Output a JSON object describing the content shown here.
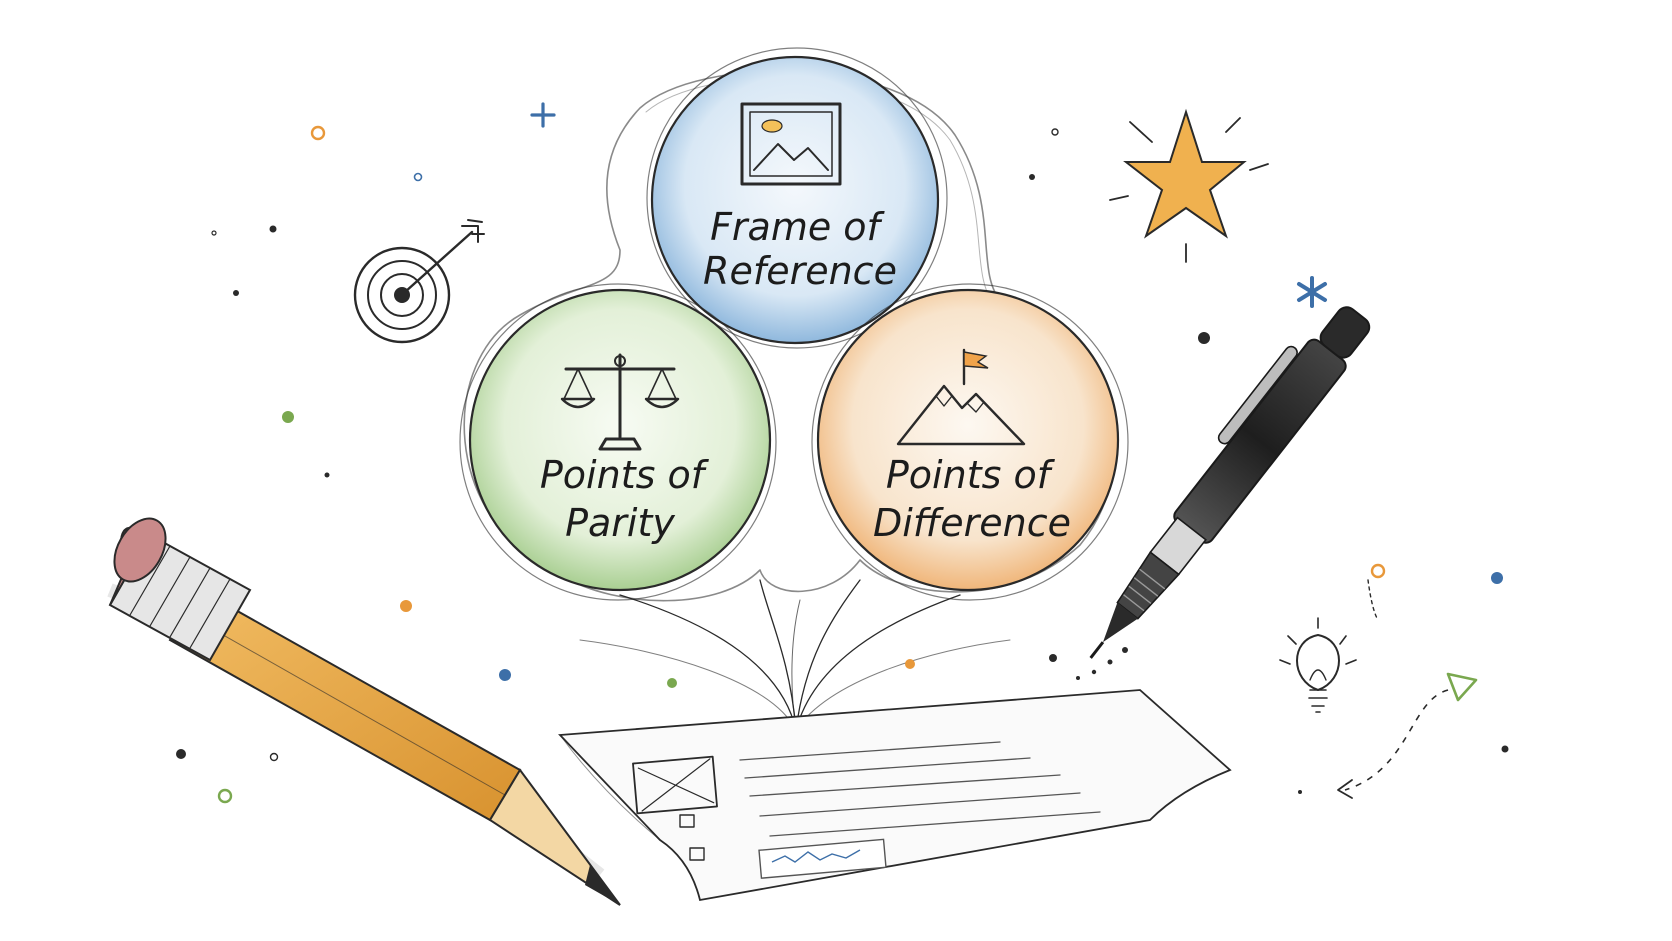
{
  "circles": [
    {
      "id": "frame-of-reference",
      "lines": [
        "Frame of",
        "Reference"
      ],
      "icon": "framed-picture-icon",
      "color": "#8fb8dd"
    },
    {
      "id": "points-of-parity",
      "lines": [
        "Points of",
        "Parity"
      ],
      "icon": "balance-scale-icon",
      "color": "#a9cf92"
    },
    {
      "id": "points-of-difference",
      "lines": [
        "Points of",
        "Difference"
      ],
      "icon": "mountain-flag-icon",
      "color": "#f0b67a"
    }
  ],
  "decor": {
    "pencil_colors": {
      "body": "#e8a646",
      "eraser": "#c98a8a",
      "wood": "#f3d7a4"
    },
    "star_color": "#f0b14f",
    "dot_colors": [
      "#e8983a",
      "#3d6fa8",
      "#7aa84f",
      "#2a2a2a"
    ],
    "icons": [
      "target-arrow-icon",
      "star-icon",
      "pencil-icon",
      "pen-icon",
      "lightbulb-icon",
      "document-icon",
      "asterisk-icon",
      "plus-icon",
      "triangle-icon"
    ]
  }
}
